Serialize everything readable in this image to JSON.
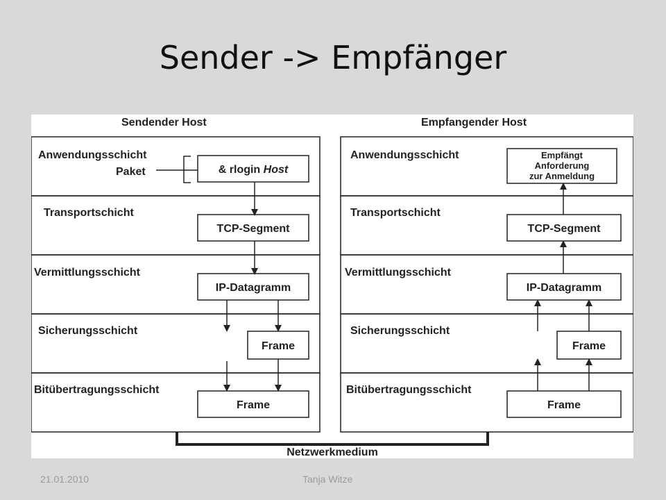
{
  "slide": {
    "title": "Sender -> Empfänger",
    "footer_date": "21.01.2010",
    "footer_author": "Tanja Witze"
  },
  "diagram": {
    "sender": {
      "title": "Sendender Host",
      "layers": [
        "Anwendungsschicht",
        "Transportschicht",
        "Vermittlungsschicht",
        "Sicherungsschicht",
        "Bitübertragungsschicht"
      ],
      "paket_label": "Paket",
      "boxes": {
        "app_prefix": "& rlogin ",
        "app_italic": "Host",
        "transport": "TCP-Segment",
        "network": "IP-Datagramm",
        "datalink": "Frame",
        "physical": "Frame"
      }
    },
    "receiver": {
      "title": "Empfangender Host",
      "layers": [
        "Anwendungsschicht",
        "Transportschicht",
        "Vermittlungsschicht",
        "Sicherungsschicht",
        "Bitübertragungsschicht"
      ],
      "boxes": {
        "app_line1": "Empfängt",
        "app_line2": "Anforderung",
        "app_line3": "zur Anmeldung",
        "transport": "TCP-Segment",
        "network": "IP-Datagramm",
        "datalink": "Frame",
        "physical": "Frame"
      }
    },
    "medium_label": "Netzwerkmedium"
  },
  "colors": {
    "background": "#d9d9d9",
    "panel": "#ffffff",
    "line": "#222222"
  }
}
